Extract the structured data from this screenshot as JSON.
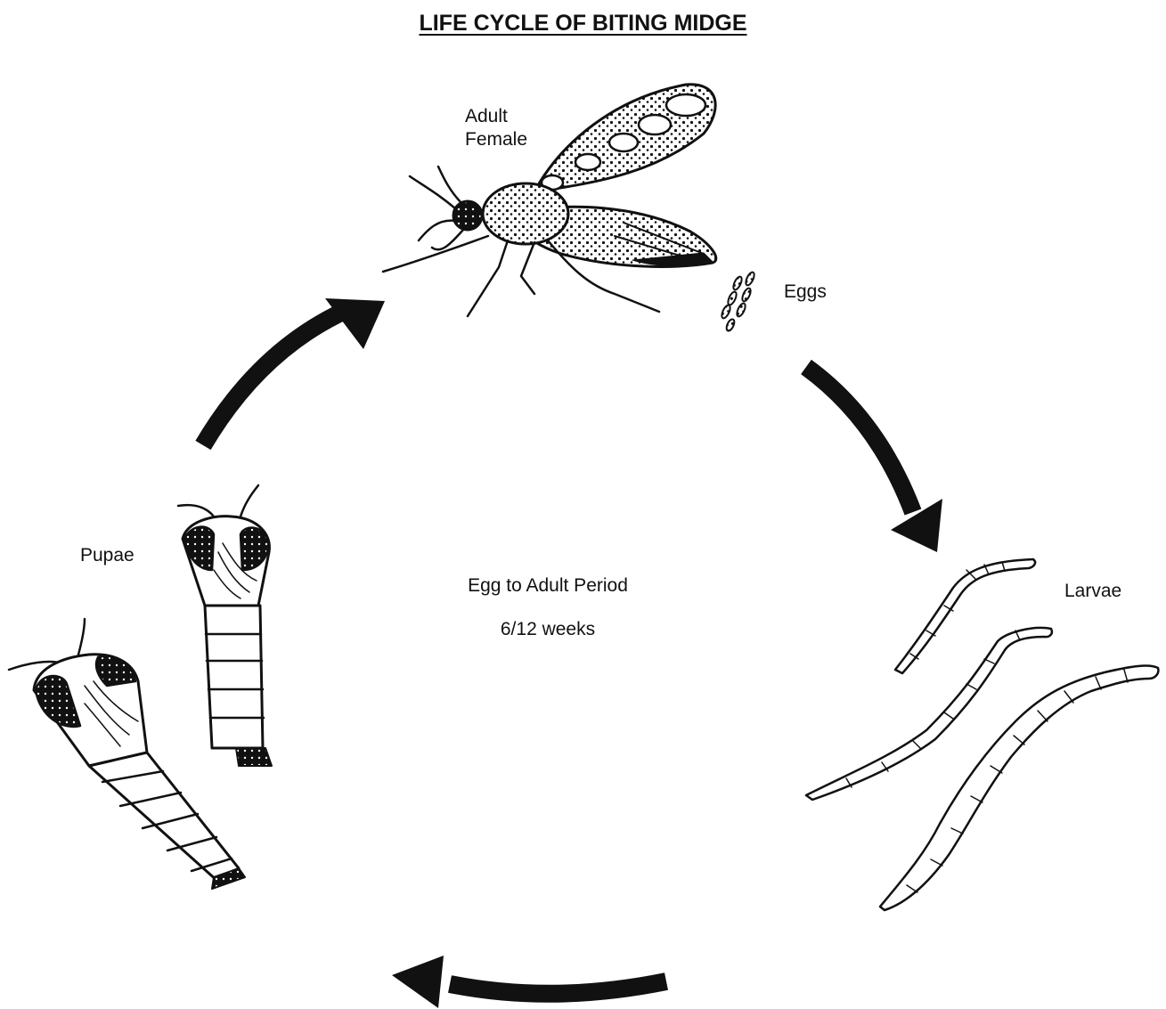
{
  "title": "LIFE CYCLE OF BITING MIDGE",
  "stages": {
    "adult": {
      "line1": "Adult",
      "line2": "Female"
    },
    "eggs": "Eggs",
    "larvae": "Larvae",
    "pupae": "Pupae"
  },
  "center": {
    "period_label": "Egg to Adult Period",
    "duration": "6/12 weeks"
  },
  "colors": {
    "ink": "#111111",
    "background": "#ffffff"
  },
  "icons": [
    "adult-midge-icon",
    "eggs-icon",
    "larva-icon",
    "pupa-icon",
    "cycle-arrow"
  ]
}
